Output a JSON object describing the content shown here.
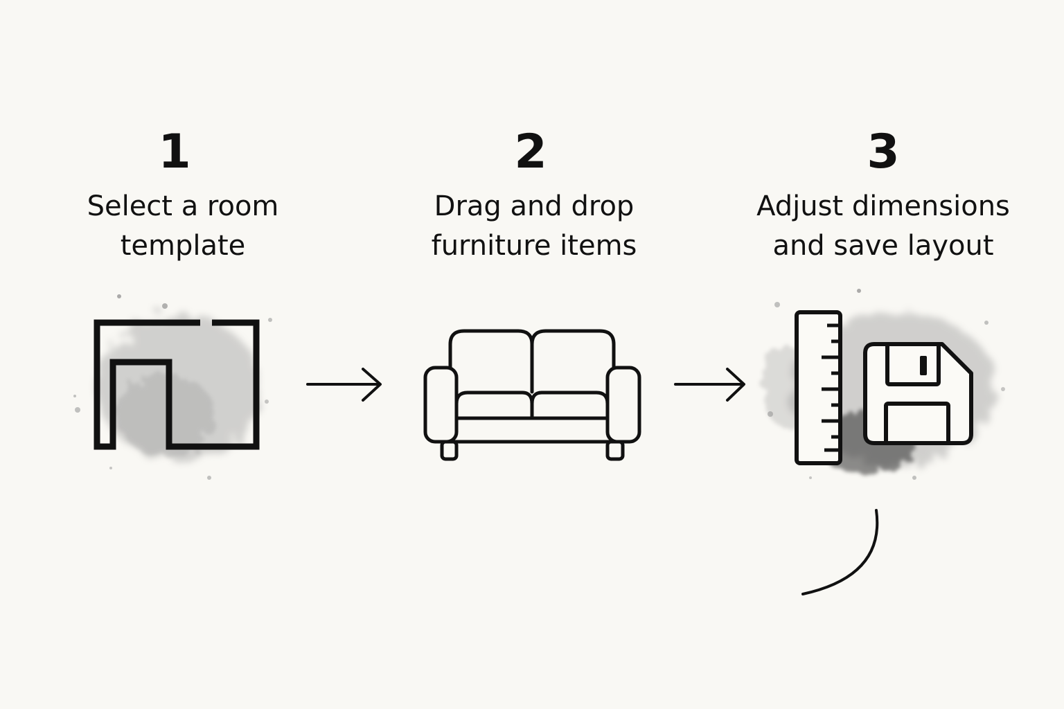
{
  "steps": [
    {
      "number": "1",
      "label": "Select a room\ntemplate",
      "icon": "room-template-icon"
    },
    {
      "number": "2",
      "label": "Drag and drop\nfurniture items",
      "icon": "sofa-icon"
    },
    {
      "number": "3",
      "label": "Adjust dimensions\nand save layout",
      "icons": [
        "ruler-icon",
        "floppy-disk-icon"
      ]
    }
  ],
  "connectors": [
    "arrow-right-icon",
    "arrow-right-icon",
    "curved-stroke"
  ],
  "colors": {
    "background": "#f9f8f4",
    "ink": "#111111",
    "watercolor": "#8c8c8c"
  }
}
